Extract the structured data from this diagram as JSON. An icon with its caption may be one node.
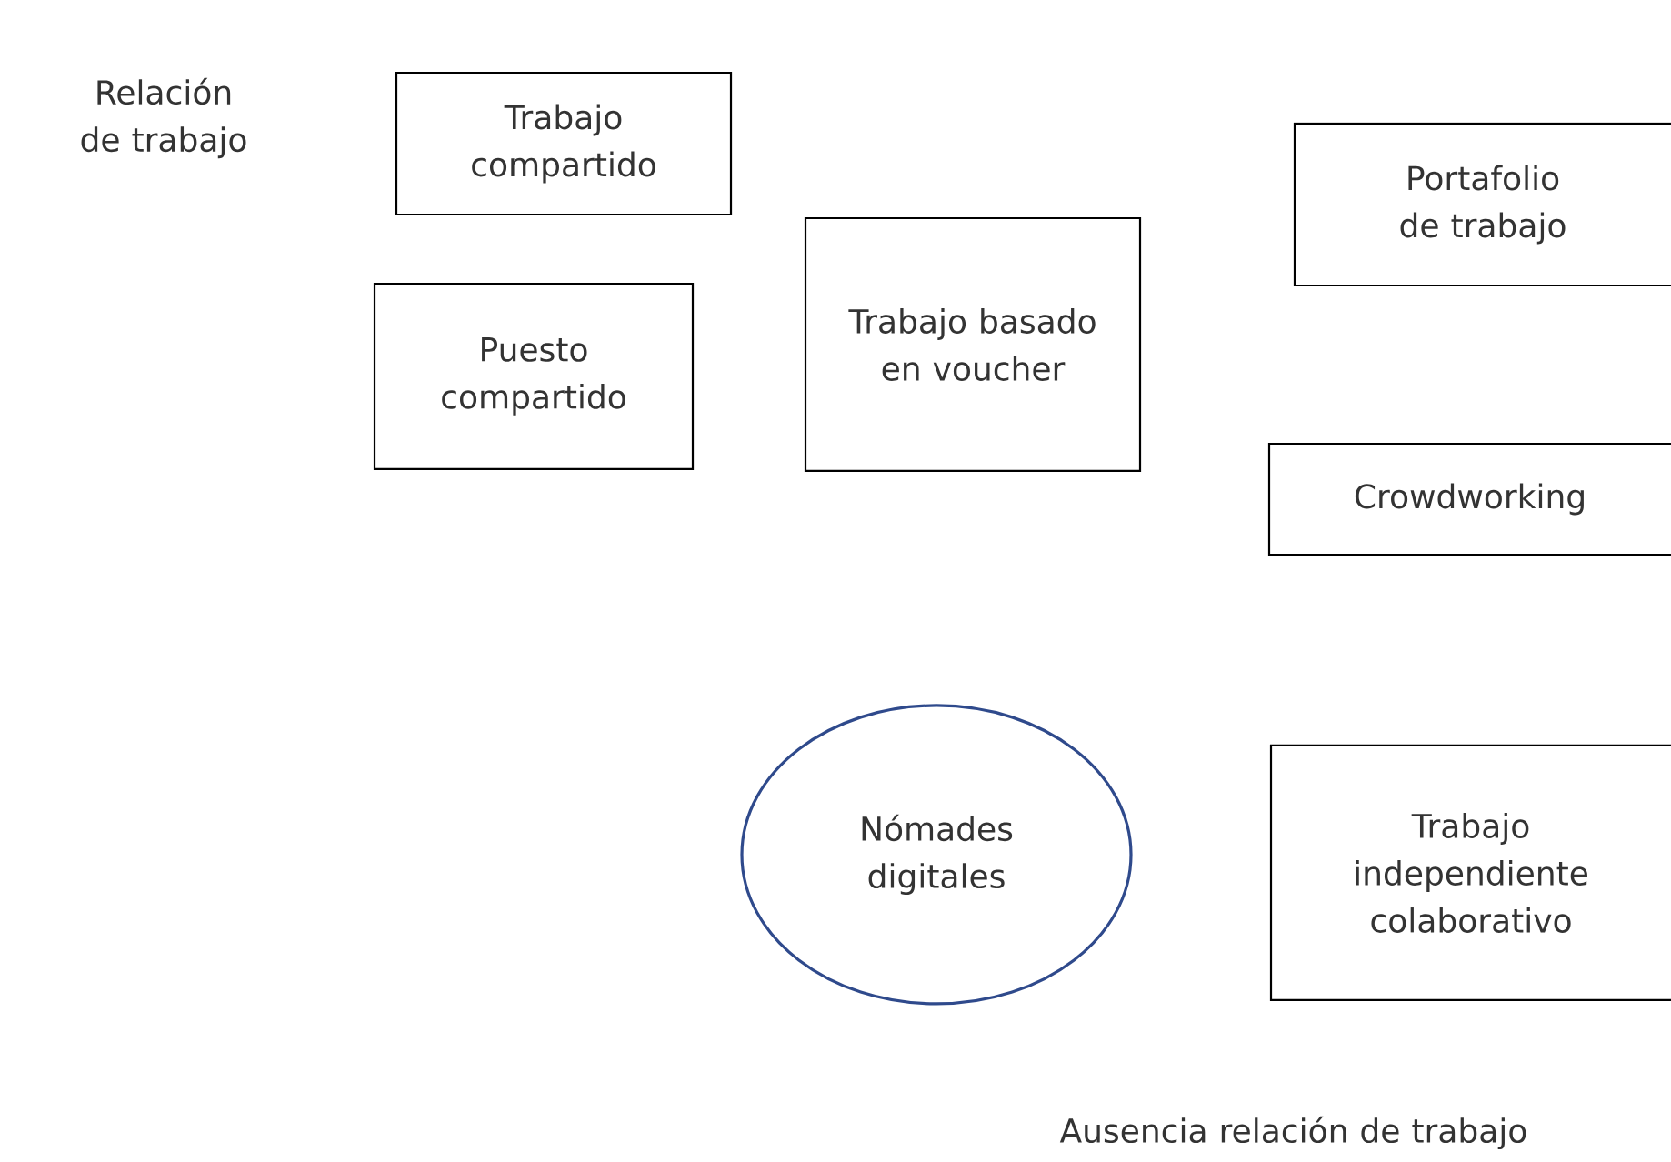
{
  "diagram": {
    "nodes": [
      {
        "text": [
          "Trabajo compartido"
        ]
      },
      {
        "text": [
          "Portafolio de trabajo"
        ]
      },
      {
        "text": [
          "Puesto compartido"
        ]
      },
      {
        "text": [
          "Trabajo basado en voucher"
        ]
      },
      {
        "text": [
          "Crowdworking"
        ]
      },
      {
        "text": [
          "Nómades digitales"
        ]
      },
      {
        "text": [
          "Trabajo independiente colaborativo"
        ]
      }
    ],
    "labels": [
      "Relación de trabajo",
      "Ausencia relación de trabajo"
    ]
  }
}
